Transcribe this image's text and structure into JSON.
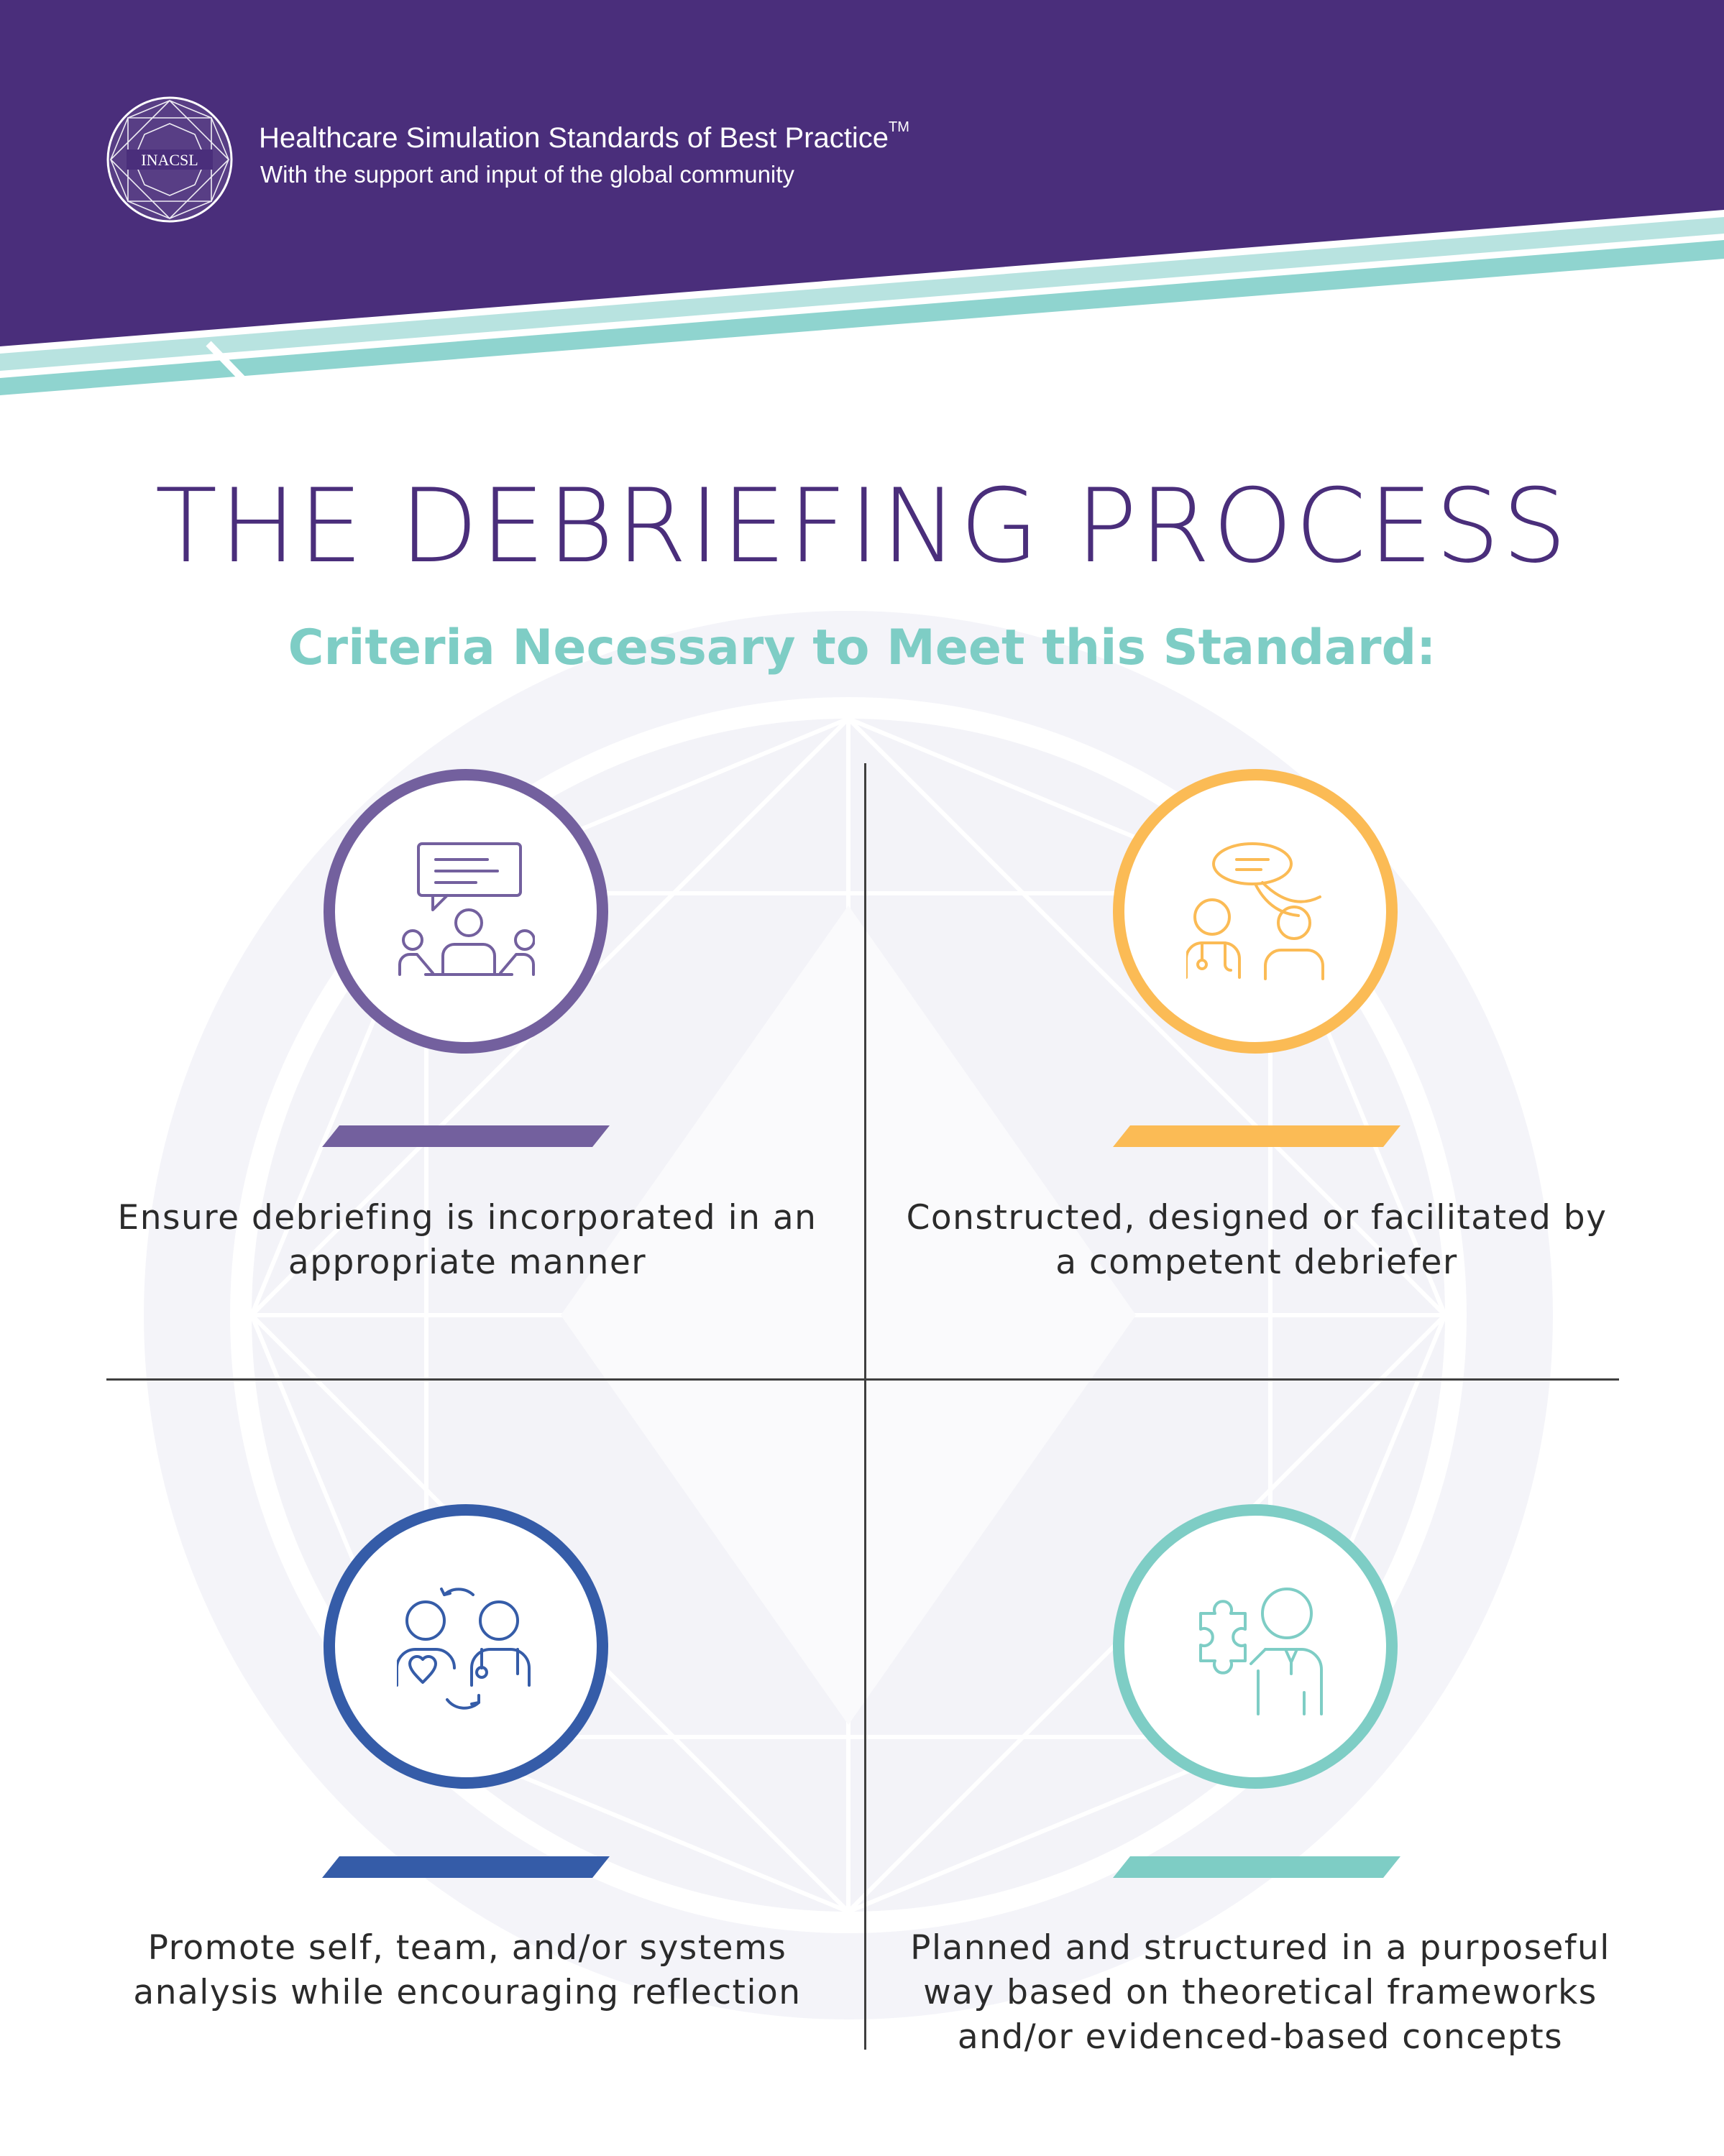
{
  "header": {
    "logo_text": "INACSL",
    "title": "Healthcare Simulation Standards of Best Practice",
    "trademark": "TM",
    "subtitle": "With the support and input of the global community"
  },
  "main": {
    "title": "THE DEBRIEFING PROCESS",
    "subtitle": "Criteria Necessary to Meet this Standard:"
  },
  "colors": {
    "header_purple": "#4a2e7b",
    "teal_stripe": "#8fd4cf",
    "purple": "#73609e",
    "orange": "#fbbb55",
    "blue": "#355ca8",
    "teal": "#7ecdc5",
    "subtitle_teal": "#7ecdc5"
  },
  "criteria": [
    {
      "text": "Ensure debriefing is incorporated in an appropriate manner",
      "icon": "group-discussion-icon",
      "color": "#73609e"
    },
    {
      "text": "Constructed, designed or facilitated by a competent debriefer",
      "icon": "clinician-conversation-icon",
      "color": "#fbbb55"
    },
    {
      "text": "Promote self, team, and/or systems analysis while encouraging reflection",
      "icon": "reflection-exchange-icon",
      "color": "#355ca8"
    },
    {
      "text": "Planned and structured in a purposeful way based on theoretical frameworks and/or evidenced-based concepts",
      "icon": "puzzle-person-icon",
      "color": "#7ecdc5"
    }
  ]
}
